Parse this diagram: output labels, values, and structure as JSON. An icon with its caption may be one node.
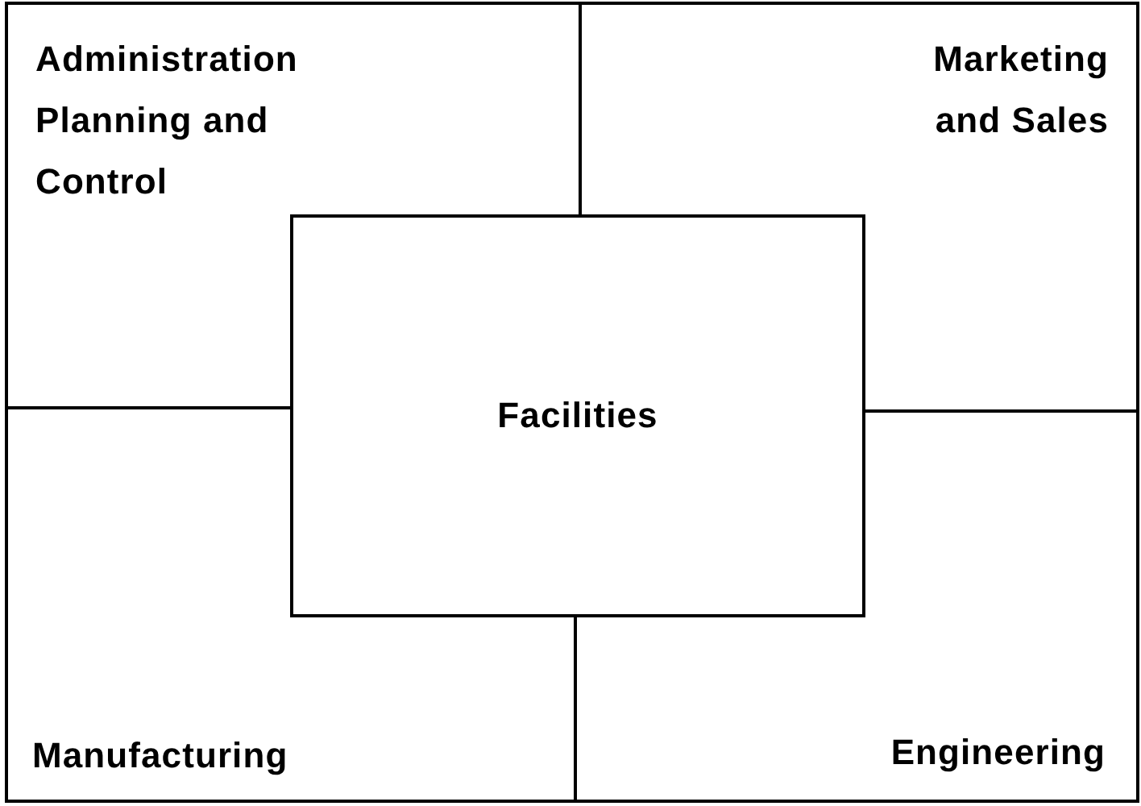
{
  "diagram": {
    "nodes": [
      {
        "text": [
          "Administration Planning and Control"
        ]
      },
      {
        "text": [
          "Marketing and Sales"
        ]
      },
      {
        "text": [
          "Facilities"
        ]
      },
      {
        "text": [
          "Manufacturing"
        ]
      },
      {
        "text": [
          "Engineering"
        ]
      }
    ]
  }
}
